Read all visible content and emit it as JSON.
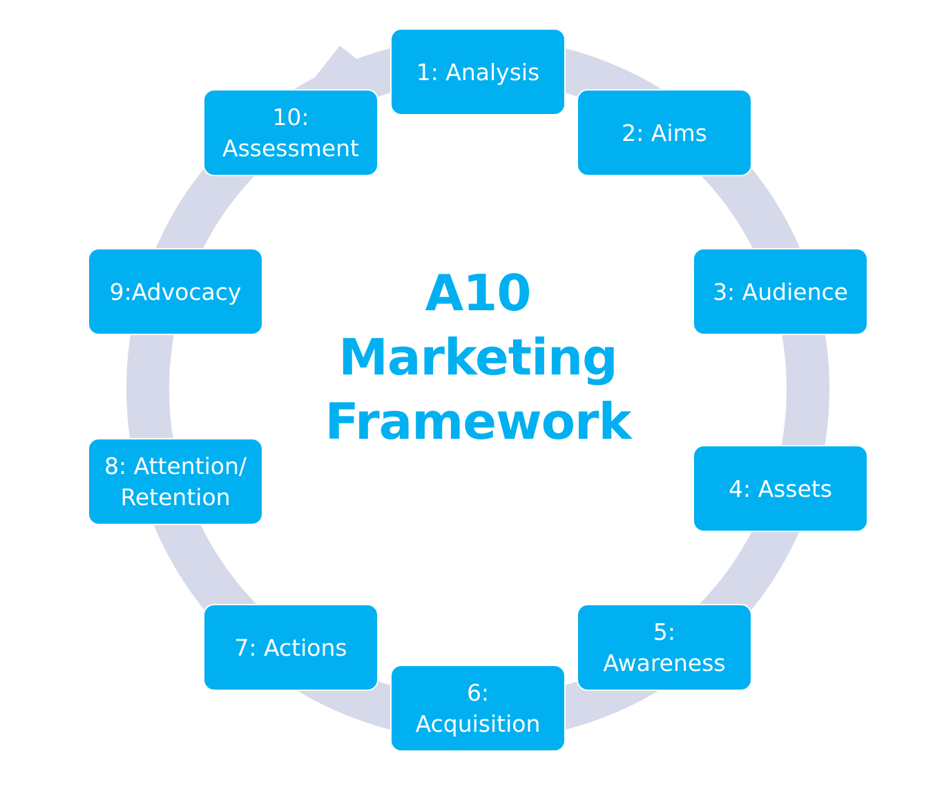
{
  "title": "A10\nMarketing\nFramework",
  "colors": {
    "box_fill": "#00b0f0",
    "box_text": "#ffffff",
    "title_text": "#00b0f0",
    "ring": "#d5d9ea"
  },
  "steps": [
    {
      "label": "1: Analysis"
    },
    {
      "label": "2: Aims"
    },
    {
      "label": "3: Audience"
    },
    {
      "label": "4: Assets"
    },
    {
      "label": "5:\nAwareness"
    },
    {
      "label": "6:\nAcquisition"
    },
    {
      "label": "7: Actions"
    },
    {
      "label": "8: Attention/\nRetention"
    },
    {
      "label": "9:Advocacy"
    },
    {
      "label": "10:\nAssessment"
    }
  ]
}
